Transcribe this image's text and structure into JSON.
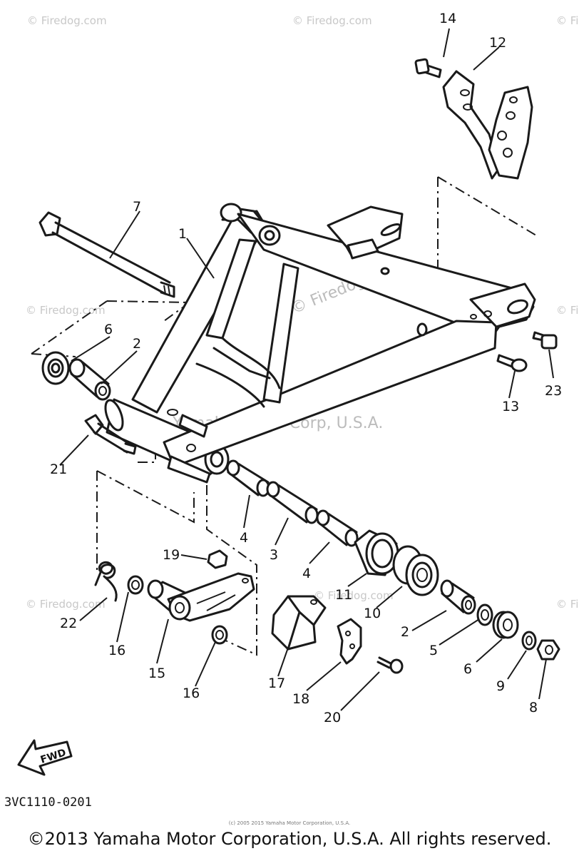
{
  "watermark": {
    "brand": "© Firedog.com",
    "center": "© Firedog.com",
    "corp": "Yamaha Motor Corp, U.S.A."
  },
  "callouts": [
    {
      "id": "p1",
      "label": "1"
    },
    {
      "id": "p2a",
      "label": "2"
    },
    {
      "id": "p2b",
      "label": "2"
    },
    {
      "id": "p3",
      "label": "3"
    },
    {
      "id": "p4a",
      "label": "4"
    },
    {
      "id": "p4b",
      "label": "4"
    },
    {
      "id": "p5",
      "label": "5"
    },
    {
      "id": "p6a",
      "label": "6"
    },
    {
      "id": "p6b",
      "label": "6"
    },
    {
      "id": "p7",
      "label": "7"
    },
    {
      "id": "p8",
      "label": "8"
    },
    {
      "id": "p9",
      "label": "9"
    },
    {
      "id": "p10",
      "label": "10"
    },
    {
      "id": "p11",
      "label": "11"
    },
    {
      "id": "p12",
      "label": "12"
    },
    {
      "id": "p13",
      "label": "13"
    },
    {
      "id": "p14",
      "label": "14"
    },
    {
      "id": "p15",
      "label": "15"
    },
    {
      "id": "p16a",
      "label": "16"
    },
    {
      "id": "p16b",
      "label": "16"
    },
    {
      "id": "p17",
      "label": "17"
    },
    {
      "id": "p18",
      "label": "18"
    },
    {
      "id": "p19",
      "label": "19"
    },
    {
      "id": "p20",
      "label": "20"
    },
    {
      "id": "p21",
      "label": "21"
    },
    {
      "id": "p22",
      "label": "22"
    },
    {
      "id": "p23",
      "label": "23"
    }
  ],
  "fwd_label": "FWD",
  "diagram_code": "3VC1110-0201",
  "small_copyright": "(c) 2005 2015 Yamaha Motor Corporation, U.S.A.",
  "copyright": "©2013 Yamaha Motor Corporation, U.S.A. All rights reserved."
}
